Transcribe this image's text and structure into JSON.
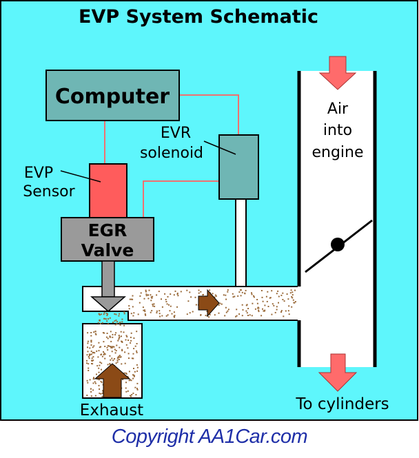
{
  "title": "EVP System Schematic",
  "labels": {
    "computer": "Computer",
    "evr_line1": "EVR",
    "evr_line2": "solenoid",
    "evp_line1": "EVP",
    "evp_line2": "Sensor",
    "egr_line1": "EGR",
    "egr_line2": "Valve",
    "air_line1": "Air",
    "air_line2": "into",
    "air_line3": "engine",
    "exhaust": "Exhaust",
    "to_cylinders": "To cylinders"
  },
  "copyright": "Copyright AA1Car.com",
  "colors": {
    "background": "#5ef6fc",
    "box_teal": "#6fb6b4",
    "sensor_red": "#ff5c5c",
    "valve_gray": "#9a9a9a",
    "wire": "#f07070",
    "arrow_red": "#ff6b6b",
    "arrow_brown": "#8b4a16",
    "particles": "#9a6a3a",
    "copyright_blue": "#1f2fa8"
  },
  "icons": [
    "down-arrow-icon",
    "right-arrow-icon",
    "up-arrow-icon",
    "throttle-plate-icon"
  ]
}
